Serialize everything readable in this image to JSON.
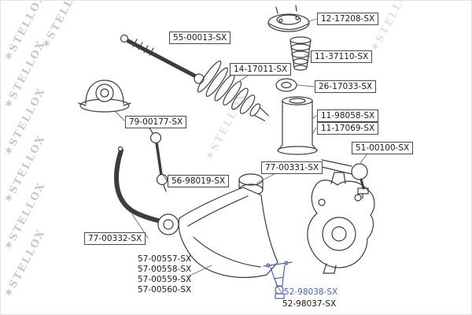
{
  "watermark": {
    "symbol": "✶",
    "text": "STELLOX"
  },
  "colors": {
    "highlight": "#4a5fd0",
    "line": "#3c3c3c",
    "watermark": "rgba(125,125,125,0.42)"
  },
  "parts": {
    "inner_tie_rod": {
      "number": "55-00013-SX"
    },
    "strut_mount": {
      "number": "12-17208-SX"
    },
    "bump_stop": {
      "number": "11-37110-SX"
    },
    "steering_boot": {
      "number": "14-17011-SX"
    },
    "ring": {
      "number": "26-17033-SX"
    },
    "dust_cover_a": {
      "number": "11-98058-SX"
    },
    "dust_cover_b": {
      "number": "11-17069-SX"
    },
    "stabilizer_bushing": {
      "number": "79-00177-SX"
    },
    "tie_rod_end": {
      "number": "51-00100-SX"
    },
    "arm_bushing": {
      "number": "77-00331-SX"
    },
    "stabilizer_link": {
      "number": "56-98019-SX"
    },
    "stabilizer_bar": {
      "number": "77-00332-SX"
    },
    "control_arm_1": {
      "number": "57-00557-SX"
    },
    "control_arm_2": {
      "number": "57-00558-SX"
    },
    "control_arm_3": {
      "number": "57-00559-SX"
    },
    "control_arm_4": {
      "number": "57-00560-SX"
    },
    "ball_joint_selected": {
      "number": "52-98038-SX",
      "highlighted": true
    },
    "ball_joint_alt": {
      "number": "52-98037-SX"
    }
  }
}
